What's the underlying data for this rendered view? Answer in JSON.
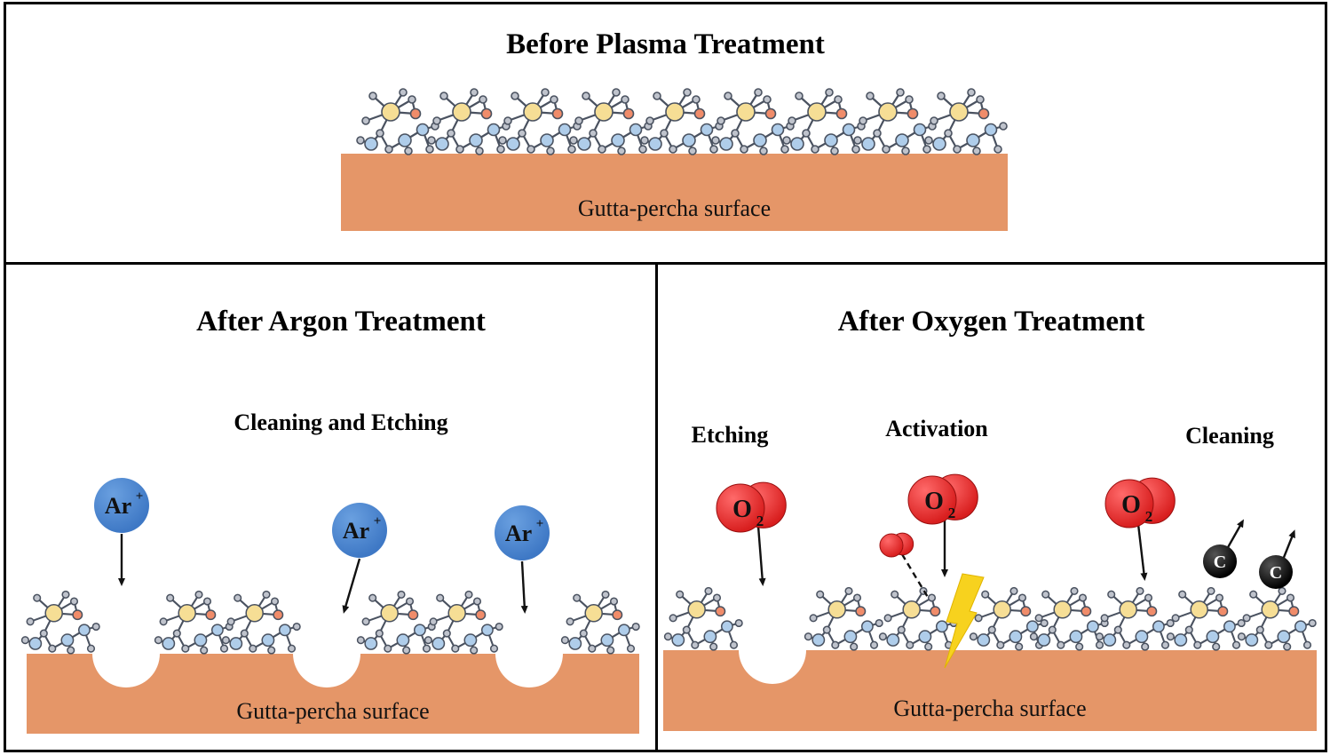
{
  "top": {
    "title": "Before Plasma Treatment",
    "surface_label": "Gutta-percha surface"
  },
  "argon": {
    "title": "After Argon Treatment",
    "subtitle": "Cleaning and Etching",
    "ion_symbol": "Ar",
    "ion_charge": "+",
    "surface_label": "Gutta-percha surface"
  },
  "oxygen": {
    "title": "After Oxygen Treatment",
    "labels": {
      "etching": "Etching",
      "activation": "Activation",
      "cleaning": "Cleaning"
    },
    "molecule_symbol": "O",
    "molecule_subscript": "2",
    "carbon_symbol": "C",
    "surface_label": "Gutta-percha surface"
  },
  "colors": {
    "surface": "#E59668",
    "argon_ion": "#3E78C5",
    "oxygen": "#D81E1E",
    "lightning": "#F7D21E",
    "atom_yellow": "#F6DE95",
    "atom_blue": "#AFCDEA",
    "atom_orange": "#F08C6A",
    "atom_grey": "#BFC3CC",
    "bond": "#4A5260"
  }
}
